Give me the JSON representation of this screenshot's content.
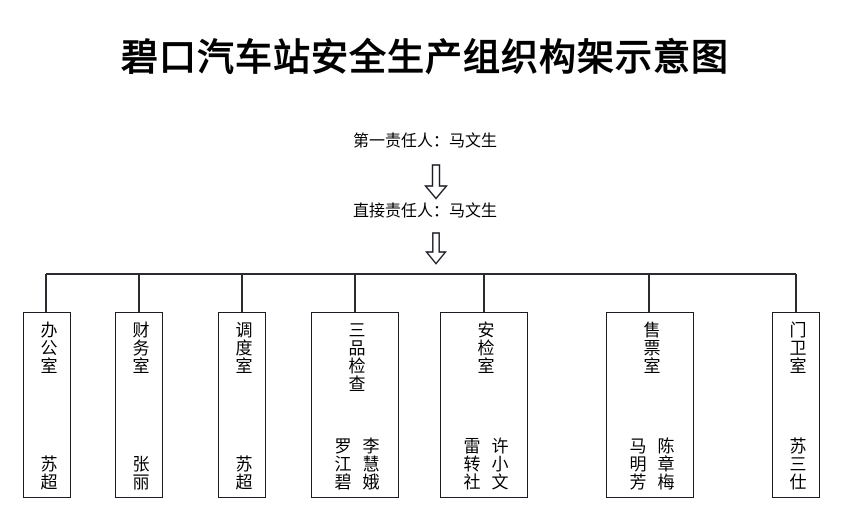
{
  "title": "碧口汽车站安全生产组织构架示意图",
  "responsibility": {
    "first": "第一责任人：马文生",
    "direct": "直接责任人：马文生"
  },
  "arrows": {
    "arrow_1_name": "down-arrow-icon",
    "arrow_2_name": "down-arrow-icon"
  },
  "departments": [
    {
      "name": "办公室",
      "names": [
        "苏超"
      ]
    },
    {
      "name": "财务室",
      "names": [
        "张丽"
      ]
    },
    {
      "name": "调度室",
      "names": [
        "苏超"
      ]
    },
    {
      "name": "三品检查",
      "names": [
        "李慧娥",
        "罗江碧"
      ]
    },
    {
      "name": "安检室",
      "names": [
        "许小文",
        "雷转社"
      ]
    },
    {
      "name": "售票室",
      "names": [
        "陈章梅",
        "马明芳"
      ]
    },
    {
      "name": "门卫室",
      "names": [
        "苏三仕"
      ]
    }
  ],
  "colors": {
    "line": "#1c1c24",
    "text": "#000000",
    "background": "#ffffff"
  }
}
